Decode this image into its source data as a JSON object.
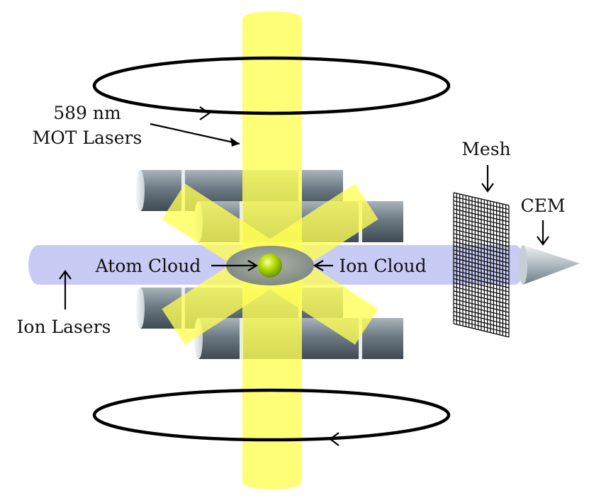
{
  "labels": {
    "mot_line1": "589 nm",
    "mot_line2": "MOT Lasers",
    "mesh": "Mesh",
    "cem": "CEM",
    "atom_cloud": "Atom Cloud",
    "ion_cloud": "Ion Cloud",
    "ion_lasers": "Ion Lasers"
  },
  "colors": {
    "mot_laser": "#ffff55",
    "ion_laser": "#c8ccf4",
    "electrode": "#5c6870",
    "electrode_highlight": "#e8ecef",
    "ion_cloud": "#6e7884",
    "atom": "#9fd400",
    "cem": "#9aa8b0"
  }
}
